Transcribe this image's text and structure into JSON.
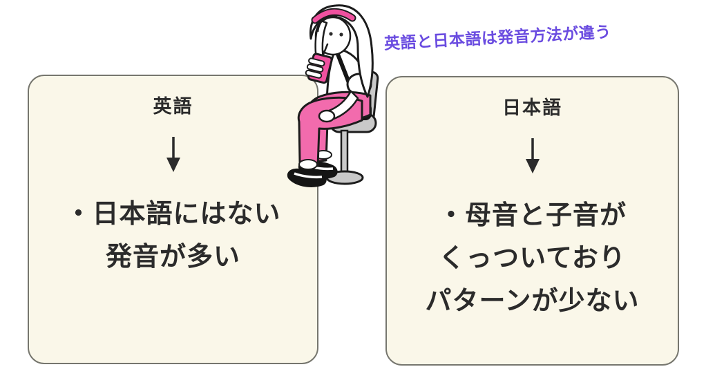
{
  "page": {
    "background_color": "#ffffff",
    "title": {
      "text": "英語と日本語は発音方法が違う",
      "color": "#6a4ce0"
    }
  },
  "cards": {
    "style": {
      "fill": "#faf7e9",
      "border_color": "#76766e",
      "text_color": "#2b2b2b"
    },
    "english": {
      "header": "英語",
      "lines": [
        "・日本語にはない",
        "発音が多い"
      ]
    },
    "japanese": {
      "header": "日本語",
      "lines": [
        "・母音と子音が",
        "くっついており",
        "パターンが少ない"
      ]
    }
  },
  "icons": {
    "down_arrow": "↓"
  },
  "illustration": {
    "description": "girl-drinking-on-stool",
    "colors": {
      "pink_pants": "#f26bad",
      "pink_accent": "#f0519f",
      "stool_gray": "#c9c9c9",
      "outline": "#1c1c1c",
      "bag_black": "#151515",
      "white": "#ffffff"
    }
  }
}
